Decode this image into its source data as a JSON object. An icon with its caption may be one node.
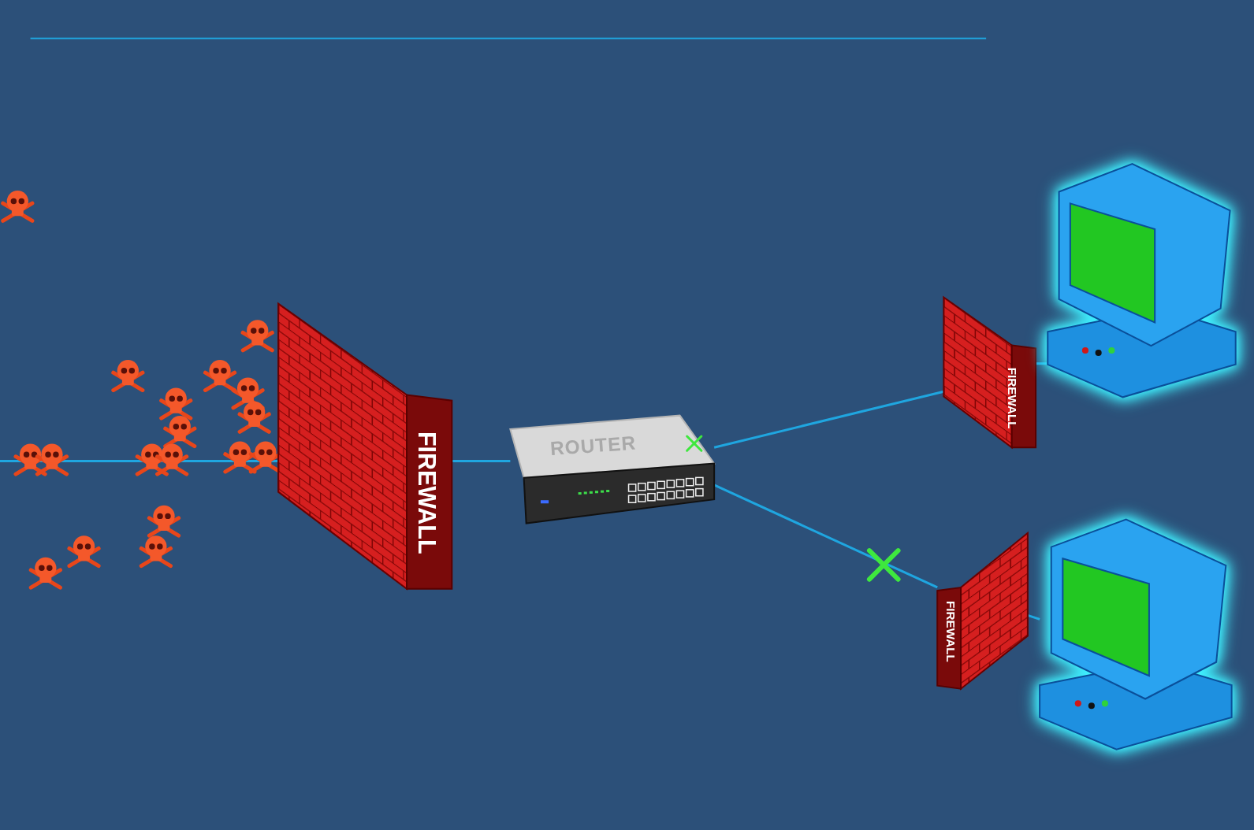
{
  "diagram": {
    "nodes": [
      {
        "text": [
          "FIREWALL"
        ]
      },
      {
        "text": [
          "ROUTER"
        ]
      },
      {
        "text": [
          "FIREWALL"
        ]
      },
      {
        "text": [
          "FIREWALL"
        ]
      },
      {
        "text": [],
        "shape": "picture"
      },
      {
        "text": [],
        "shape": "picture"
      }
    ],
    "edges": [
      {
        "from": null,
        "to": 0,
        "arrow": "none"
      },
      {
        "from": 0,
        "to": 1,
        "arrow": "none"
      },
      {
        "from": 1,
        "to": 2,
        "arrow": "none"
      },
      {
        "from": 1,
        "to": 3,
        "arrow": "none"
      },
      {
        "from": 2,
        "to": 4,
        "arrow": "none"
      },
      {
        "from": 3,
        "to": 5,
        "arrow": "none"
      }
    ]
  }
}
